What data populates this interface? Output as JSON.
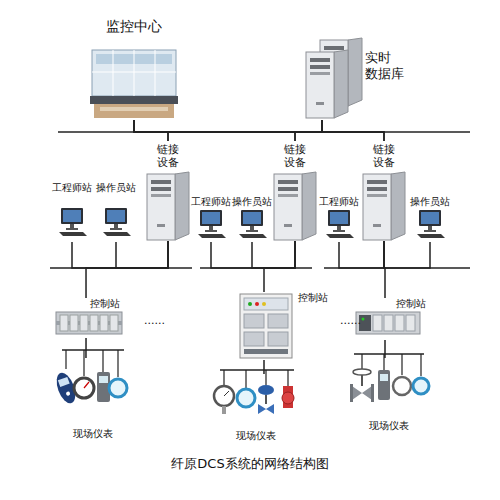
{
  "diagram": {
    "caption": "纤原DCS系统的网络结构图",
    "nodes": [
      {
        "text": [
          "监控中心"
        ]
      },
      {
        "text": [
          "实时 数据库"
        ]
      },
      {
        "text": [
          "链接 设备"
        ]
      },
      {
        "text": [
          "链接 设备"
        ]
      },
      {
        "text": [
          "链接 设备"
        ]
      },
      {
        "text": [
          "工程师站"
        ]
      },
      {
        "text": [
          "操作员站"
        ]
      },
      {
        "text": [
          "工程师站"
        ]
      },
      {
        "text": [
          "操作员站"
        ]
      },
      {
        "text": [
          "工程师站"
        ]
      },
      {
        "text": [
          "操作员站"
        ]
      },
      {
        "text": [
          "控制站"
        ]
      },
      {
        "text": [
          "控制站"
        ]
      },
      {
        "text": [
          "控制站"
        ]
      },
      {
        "text": [
          "现场仪表"
        ]
      },
      {
        "text": [
          "现场仪表"
        ]
      },
      {
        "text": [
          "现场仪表"
        ]
      }
    ],
    "edges": [
      {
        "from": 0,
        "to": 2,
        "arrow": "none"
      },
      {
        "from": 0,
        "to": 3,
        "arrow": "none"
      },
      {
        "from": 0,
        "to": 4,
        "arrow": "none"
      },
      {
        "from": 1,
        "to": 2,
        "arrow": "none"
      },
      {
        "from": 1,
        "to": 3,
        "arrow": "none"
      },
      {
        "from": 1,
        "to": 4,
        "arrow": "none"
      },
      {
        "from": 2,
        "to": 5,
        "arrow": "none"
      },
      {
        "from": 2,
        "to": 6,
        "arrow": "none"
      },
      {
        "from": 2,
        "to": 11,
        "arrow": "none"
      },
      {
        "from": 3,
        "to": 7,
        "arrow": "none"
      },
      {
        "from": 3,
        "to": 8,
        "arrow": "none"
      },
      {
        "from": 3,
        "to": 12,
        "arrow": "none"
      },
      {
        "from": 4,
        "to": 9,
        "arrow": "none"
      },
      {
        "from": 4,
        "to": 10,
        "arrow": "none"
      },
      {
        "from": 4,
        "to": 13,
        "arrow": "none"
      },
      {
        "from": 11,
        "to": 14,
        "arrow": "none"
      },
      {
        "from": 12,
        "to": 15,
        "arrow": "none"
      },
      {
        "from": 13,
        "to": 16,
        "arrow": "none"
      }
    ],
    "labels": [
      "......",
      "......"
    ]
  }
}
